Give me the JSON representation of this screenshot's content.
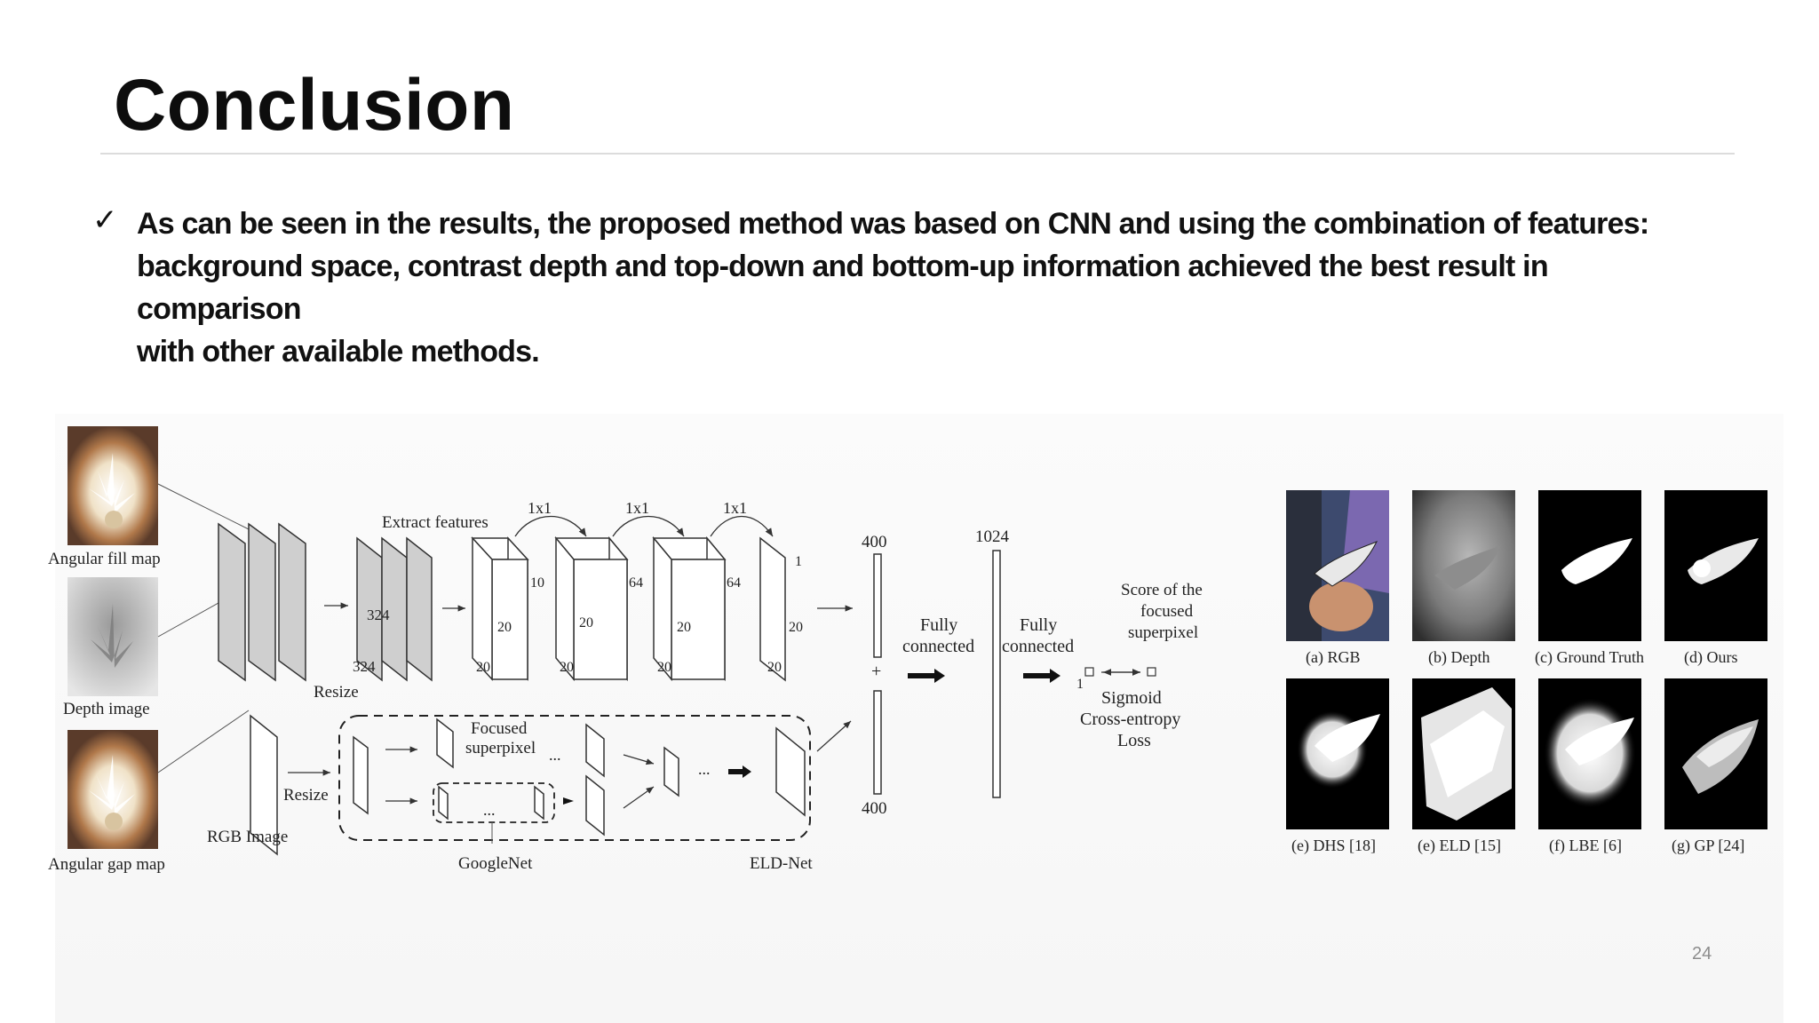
{
  "slide": {
    "title": "Conclusion",
    "bullet_icon": "check-icon",
    "bullet_text": "As can be seen in the results, the proposed method was based on CNN and  using the combination of features:\nbackground space, contrast depth  and top-down and bottom-up information achieved the best result in comparison\nwith other available methods.",
    "page_number": "24"
  },
  "diagram": {
    "inputs": {
      "fill": "Angular fill map",
      "depth": "Depth image",
      "gap": "Angular gap map",
      "rgb": "RGB Image"
    },
    "extract": "Extract features",
    "resize": "Resize",
    "dims": {
      "d324": "324",
      "d10": "10",
      "d64": "64",
      "d20": "20",
      "d1": "1",
      "k1x1": "1x1",
      "d400": "400",
      "d1024": "1024",
      "plus": "+"
    },
    "focused1": "Focused",
    "focused2": "superpixel",
    "ellipsis": "...",
    "googlenet": "GoogleNet",
    "eldnet": "ELD-Net",
    "fully": "Fully",
    "connected": "connected",
    "score1": "Score of the",
    "score2": "focused",
    "score3": "superpixel",
    "loss1": "Sigmoid",
    "loss2": "Cross-entropy",
    "loss3": "Loss"
  },
  "results": {
    "captions": [
      "(a) RGB",
      "(b) Depth",
      "(c) Ground Truth",
      "(d) Ours",
      "(e) DHS [18]",
      "(e) ELD [15]",
      "(f) LBE [6]",
      "(g) GP [24]"
    ]
  }
}
